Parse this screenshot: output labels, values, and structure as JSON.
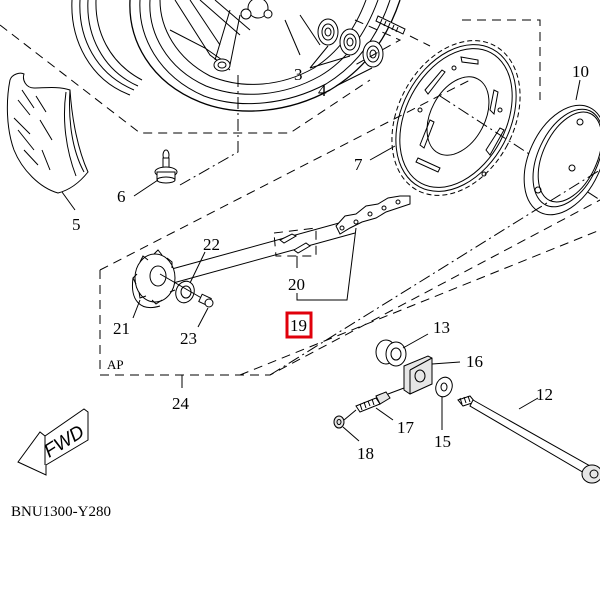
{
  "diagram": {
    "title_code": "BNU1300-Y280",
    "direction_label": "FWD",
    "assembly_label": "AP",
    "highlight_color": "#e0000b",
    "highlighted_callout": "19",
    "callouts": {
      "c3": "3",
      "c4": "4",
      "c5": "5",
      "c6": "6",
      "c7": "7",
      "c10": "10",
      "c12": "12",
      "c13": "13",
      "c15": "15",
      "c16": "16",
      "c17": "17",
      "c18": "18",
      "c19": "19",
      "c20": "20",
      "c21": "21",
      "c22": "22",
      "c23": "23",
      "c24": "24"
    }
  }
}
